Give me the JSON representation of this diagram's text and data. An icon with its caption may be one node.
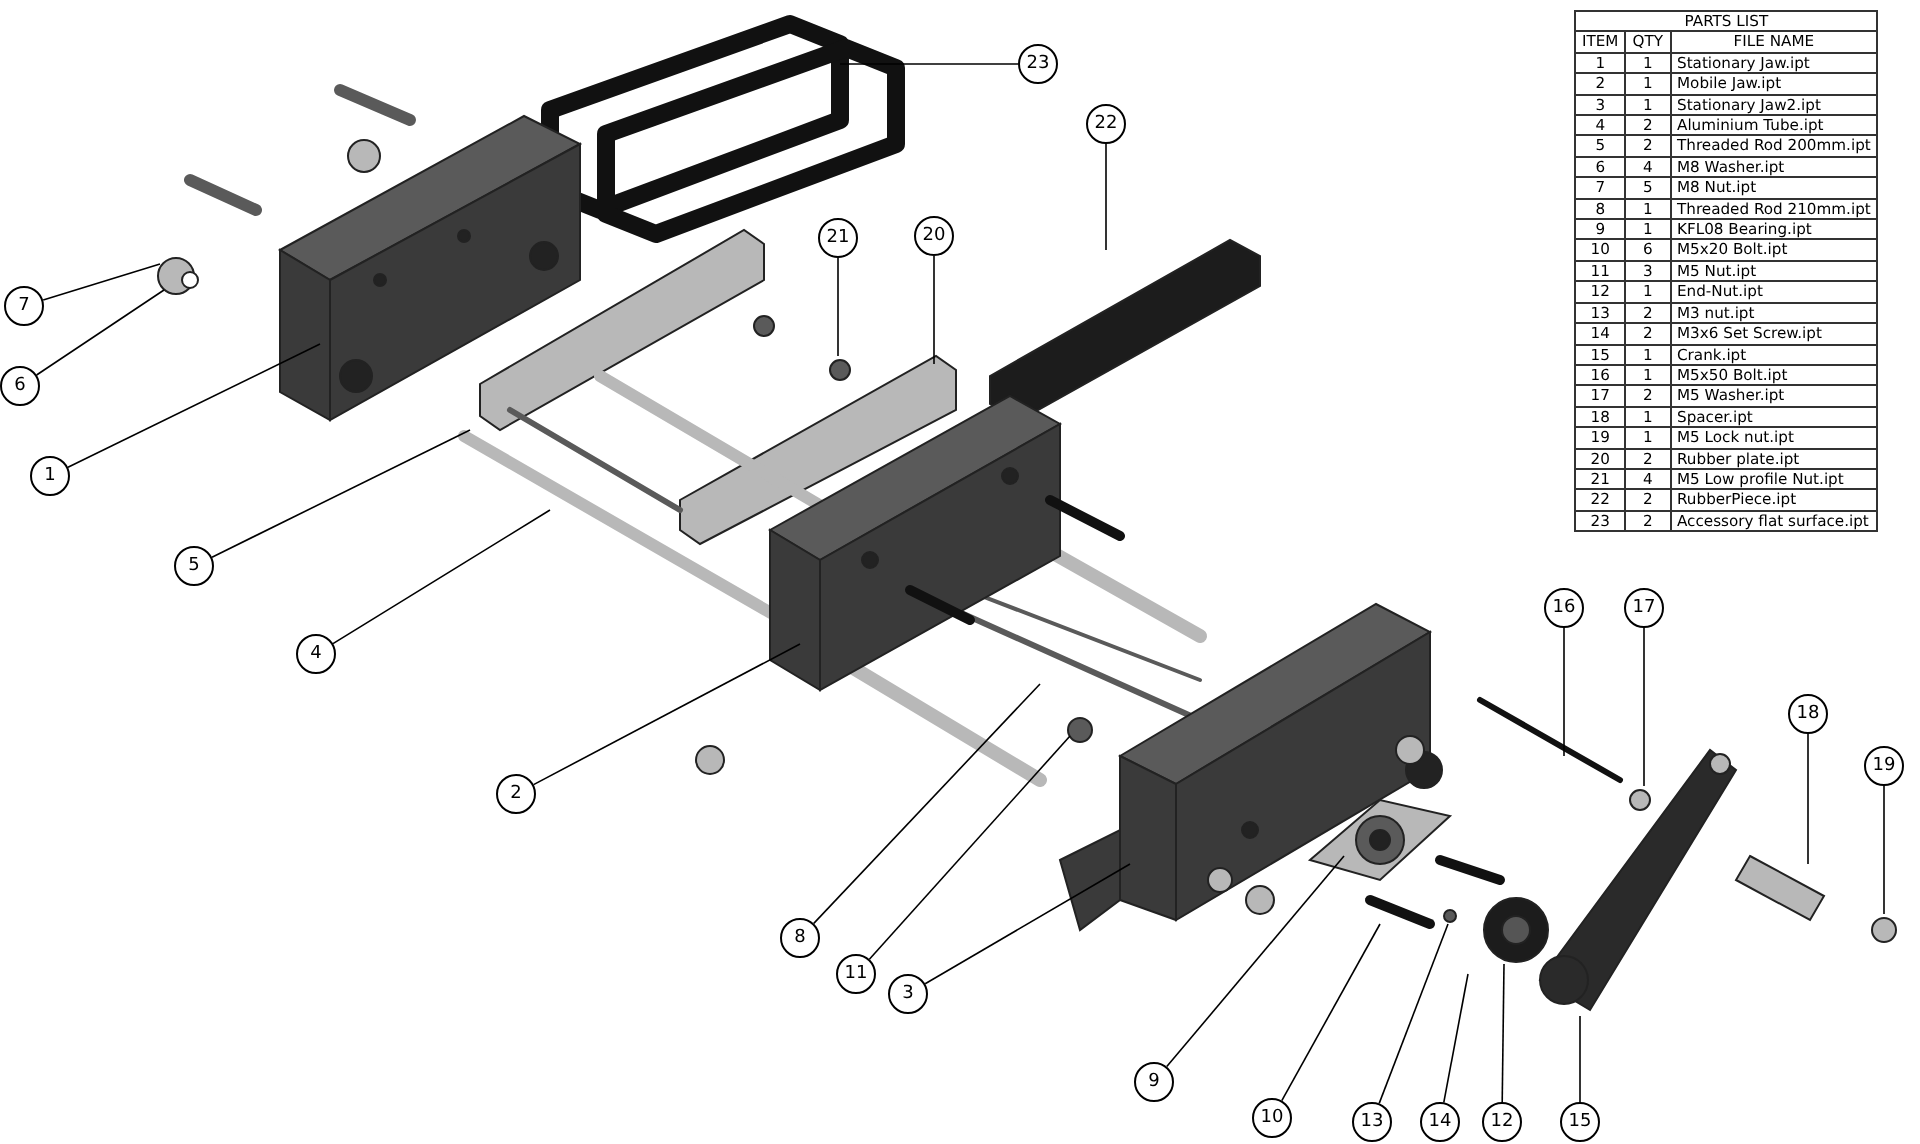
{
  "diagram": {
    "nodes": [
      {
        "text": [
          "1"
        ]
      },
      {
        "text": [
          "2"
        ]
      },
      {
        "text": [
          "3"
        ]
      },
      {
        "text": [
          "4"
        ]
      },
      {
        "text": [
          "5"
        ]
      },
      {
        "text": [
          "6"
        ]
      },
      {
        "text": [
          "7"
        ]
      },
      {
        "text": [
          "8"
        ]
      },
      {
        "text": [
          "9"
        ]
      },
      {
        "text": [
          "10"
        ]
      },
      {
        "text": [
          "11"
        ]
      },
      {
        "text": [
          "12"
        ]
      },
      {
        "text": [
          "13"
        ]
      },
      {
        "text": [
          "14"
        ]
      },
      {
        "text": [
          "15"
        ]
      },
      {
        "text": [
          "16"
        ]
      },
      {
        "text": [
          "17"
        ]
      },
      {
        "text": [
          "18"
        ]
      },
      {
        "text": [
          "19"
        ]
      },
      {
        "text": [
          "20"
        ]
      },
      {
        "text": [
          "21"
        ]
      },
      {
        "text": [
          "22"
        ]
      },
      {
        "text": [
          "23"
        ]
      }
    ],
    "edges": [
      {
        "from": 0,
        "to": null,
        "arrow": "none"
      },
      {
        "from": 1,
        "to": null,
        "arrow": "none"
      },
      {
        "from": 2,
        "to": null,
        "arrow": "none"
      },
      {
        "from": 3,
        "to": null,
        "arrow": "none"
      },
      {
        "from": 4,
        "to": null,
        "arrow": "none"
      },
      {
        "from": 5,
        "to": null,
        "arrow": "none"
      },
      {
        "from": 6,
        "to": null,
        "arrow": "none"
      },
      {
        "from": 7,
        "to": null,
        "arrow": "none"
      },
      {
        "from": 8,
        "to": null,
        "arrow": "none"
      },
      {
        "from": 9,
        "to": null,
        "arrow": "none"
      },
      {
        "from": 10,
        "to": null,
        "arrow": "none"
      },
      {
        "from": 11,
        "to": null,
        "arrow": "none"
      },
      {
        "from": 12,
        "to": null,
        "arrow": "none"
      },
      {
        "from": 13,
        "to": null,
        "arrow": "none"
      },
      {
        "from": 14,
        "to": null,
        "arrow": "none"
      },
      {
        "from": 15,
        "to": null,
        "arrow": "none"
      },
      {
        "from": 16,
        "to": null,
        "arrow": "none"
      },
      {
        "from": 17,
        "to": null,
        "arrow": "none"
      },
      {
        "from": 18,
        "to": null,
        "arrow": "none"
      },
      {
        "from": 19,
        "to": null,
        "arrow": "none"
      },
      {
        "from": 20,
        "to": null,
        "arrow": "none"
      },
      {
        "from": 21,
        "to": null,
        "arrow": "none"
      },
      {
        "from": 22,
        "to": null,
        "arrow": "none"
      }
    ],
    "labels": [
      "PARTS LIST",
      "ITEM",
      "QTY",
      "FILE NAME",
      "1",
      "1",
      "Stationary Jaw.ipt",
      "2",
      "1",
      "Mobile Jaw.ipt",
      "3",
      "1",
      "Stationary Jaw2.ipt",
      "4",
      "2",
      "Aluminium Tube.ipt",
      "5",
      "2",
      "Threaded Rod 200mm.ipt",
      "6",
      "4",
      "M8 Washer.ipt",
      "7",
      "5",
      "M8 Nut.ipt",
      "8",
      "1",
      "Threaded Rod 210mm.ipt",
      "9",
      "1",
      "KFL08 Bearing.ipt",
      "10",
      "6",
      "M5x20 Bolt.ipt",
      "11",
      "3",
      "M5 Nut.ipt",
      "12",
      "1",
      "End-Nut.ipt",
      "13",
      "2",
      "M3 nut.ipt",
      "14",
      "2",
      "M3x6 Set Screw.ipt",
      "15",
      "1",
      "Crank.ipt",
      "16",
      "1",
      "M5x50 Bolt.ipt",
      "17",
      "2",
      "M5 Washer.ipt",
      "18",
      "1",
      "Spacer.ipt",
      "19",
      "1",
      "M5 Lock nut.ipt",
      "20",
      "2",
      "Rubber plate.ipt",
      "21",
      "4",
      "M5 Low profile Nut.ipt",
      "22",
      "2",
      "RubberPiece.ipt",
      "23",
      "2",
      "Accessory flat surface.ipt"
    ]
  }
}
